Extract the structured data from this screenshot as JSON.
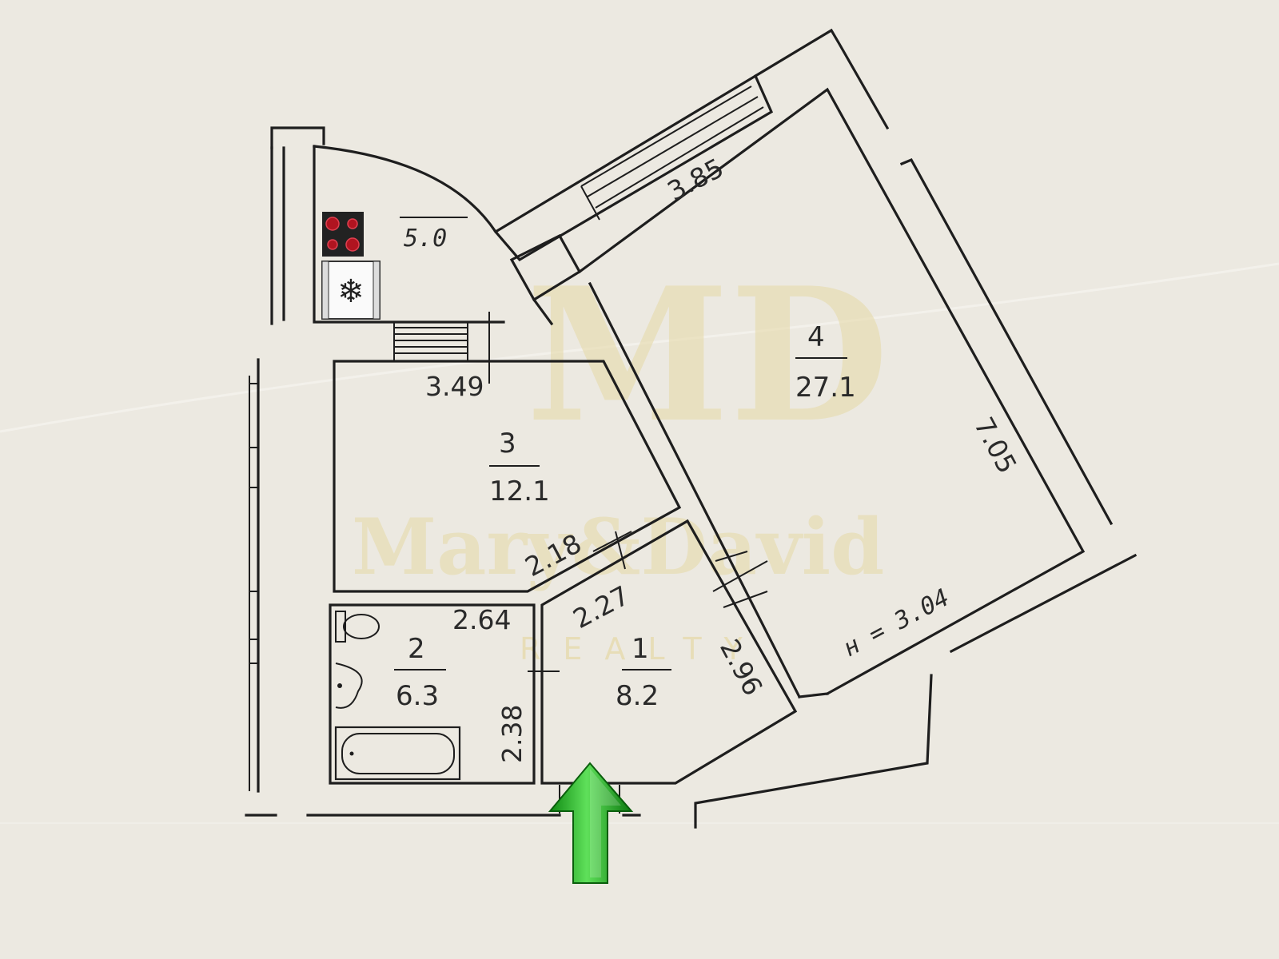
{
  "watermark": {
    "logo_letters": "MD",
    "name": "Mary&David",
    "tagline": "REALTY"
  },
  "rooms": [
    {
      "number": "1",
      "area": "8.2"
    },
    {
      "number": "2",
      "area": "6.3"
    },
    {
      "number": "3",
      "area": "12.1"
    },
    {
      "number": "4",
      "area": "27.1"
    },
    {
      "number": "",
      "area": "5.0"
    }
  ],
  "dimensions": {
    "balcony_width": "3.85",
    "room4_length": "7.05",
    "room3_width": "3.49",
    "corridor_a": "2.18",
    "corridor_b": "2.27",
    "hall_side": "2.96",
    "bath_width": "2.64",
    "bath_length": "2.38"
  },
  "ceiling_height": "н = 3.04",
  "icons": {
    "stove": "stove-icon",
    "fridge": "snowflake-icon",
    "toilet": "toilet-icon",
    "sink": "sink-icon",
    "bathtub": "bathtub-icon",
    "entrance": "entrance-arrow-icon"
  },
  "colors": {
    "wall": "#1e1e1e",
    "paper": "#ece9e1",
    "watermark": "#e6d9a6",
    "arrow": "#22b322",
    "stove_burner": "#b01420"
  }
}
